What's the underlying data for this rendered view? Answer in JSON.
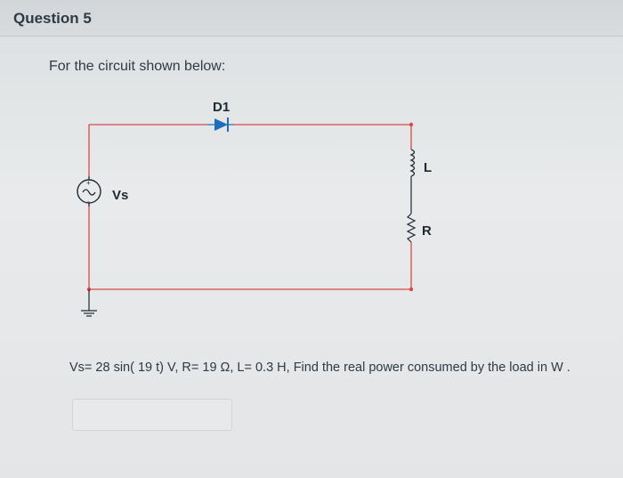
{
  "question": {
    "title": "Question 5",
    "prompt": "For the circuit shown below:",
    "problem_text": "Vs= 28 sin( 19 t) V, R= 19 Ω, L= 0.3 H, Find the real power consumed by the load in W ."
  },
  "circuit": {
    "diode_label": "D1",
    "source_label": "Vs",
    "inductor_label": "L",
    "resistor_label": "R",
    "source_plus": "+",
    "source_minus": "-",
    "wire_color": "#d64a4a",
    "component_color": "#1e2a33",
    "diode_color": "#1d6fb8"
  },
  "answer": {
    "value": ""
  }
}
